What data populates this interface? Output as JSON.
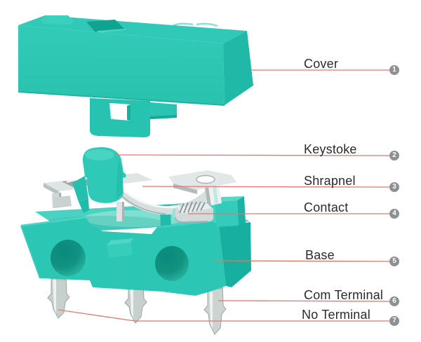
{
  "parts": [
    {
      "number": "1",
      "label": "Cover"
    },
    {
      "number": "2",
      "label": "Keystoke"
    },
    {
      "number": "3",
      "label": "Shrapnel"
    },
    {
      "number": "4",
      "label": "Contact"
    },
    {
      "number": "5",
      "label": "Base"
    },
    {
      "number": "6",
      "label": "Com Terminal"
    },
    {
      "number": "7",
      "label": "No Terminal"
    }
  ],
  "colors": {
    "body-teal": "#2ec9b6",
    "teal-top": "#45d2c1",
    "teal-dark": "#1fb9a7",
    "teal-shadow": "#0f998a",
    "metal-light": "#e9eded",
    "metal-mid": "#c6cdcd",
    "metal-dark": "#9ba5a5",
    "leader-line": "#e8746b",
    "badge-bg": "#8e9092",
    "badge-text": "#ffffff",
    "label-text": "#2b2b2b",
    "background": "#ffffff"
  }
}
